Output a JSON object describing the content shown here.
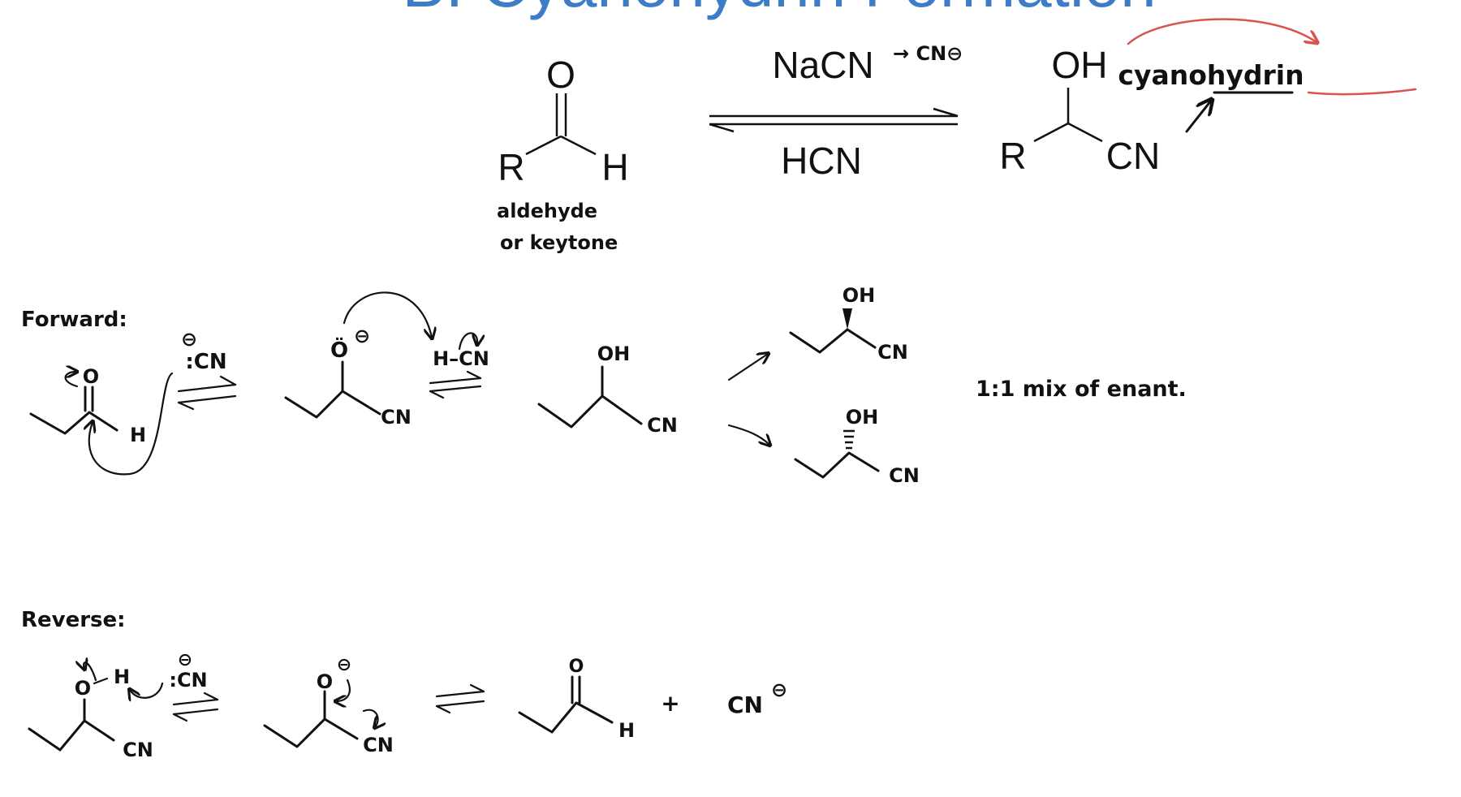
{
  "title": "B. Cyanohydrin Formation",
  "colors": {
    "title": "#3d7dc8",
    "annotation": "#d9534f",
    "ink": "#111111"
  },
  "main_reaction": {
    "reactant_O": "O",
    "reactant_R": "R",
    "reactant_H": "H",
    "reagent_top": "NaCN",
    "reagent_note": "→ CN⊖",
    "reagent_bottom": "HCN",
    "product_OH": "OH",
    "product_R": "R",
    "product_CN": "CN",
    "reactant_note_line1": "aldehyde",
    "reactant_note_line2": "or keytone",
    "product_note": "cyanohydrin"
  },
  "forward": {
    "label": "Forward:",
    "o1": "O",
    "h1": "H",
    "cn_charge": "⊖",
    "cn_nuc": ":CN",
    "alkoxide_o": "Ö",
    "alkoxide_charge": "⊖",
    "cn2": "CN",
    "hcn": "H–CN",
    "oh3": "OH",
    "cn3": "CN",
    "oh_top": "OH",
    "cn_top": "CN",
    "oh_bot": "OH",
    "cn_bot": "CN",
    "note": "1:1 mix of enant."
  },
  "reverse": {
    "label": "Reverse:",
    "oh_o": "O",
    "oh_h": "H",
    "cn_charge": "⊖",
    "cn_base": ":CN",
    "cn1": "CN",
    "alkoxide_o": "O",
    "alkoxide_charge": "⊖",
    "cn2": "CN",
    "o3": "O",
    "h3": "H",
    "plus": "+",
    "cn_ion": "CN",
    "cn_ion_charge": "⊖"
  }
}
